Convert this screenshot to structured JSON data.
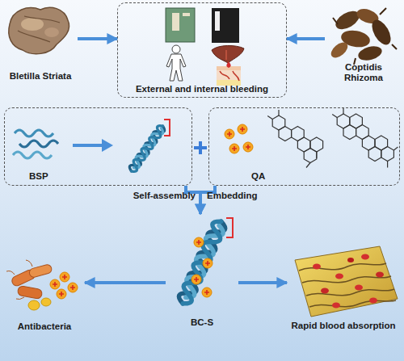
{
  "diagram": {
    "nodes": [
      {
        "text": [
          "Bletilla Striata"
        ]
      },
      {
        "text": [
          "External and internal bleeding"
        ]
      },
      {
        "text": [
          "Coptidis Rhizoma"
        ]
      },
      {
        "text": [
          "BSP"
        ]
      },
      {
        "text": [
          "QA"
        ]
      },
      {
        "text": [
          "Antibacteria"
        ]
      },
      {
        "text": [
          "BC-S"
        ]
      },
      {
        "text": [
          "Rapid blood absorption"
        ]
      }
    ],
    "edges": [
      {
        "from": 0,
        "to": 1,
        "arrow": "to"
      },
      {
        "from": 2,
        "to": 1,
        "arrow": "to"
      },
      {
        "from": 3,
        "to": 6,
        "label": "Self-assembly",
        "arrow": "to"
      },
      {
        "from": 4,
        "to": 6,
        "label": "Embedding",
        "arrow": "to"
      },
      {
        "from": 6,
        "to": 5,
        "arrow": "to"
      },
      {
        "from": 6,
        "to": 7,
        "arrow": "to"
      }
    ]
  }
}
